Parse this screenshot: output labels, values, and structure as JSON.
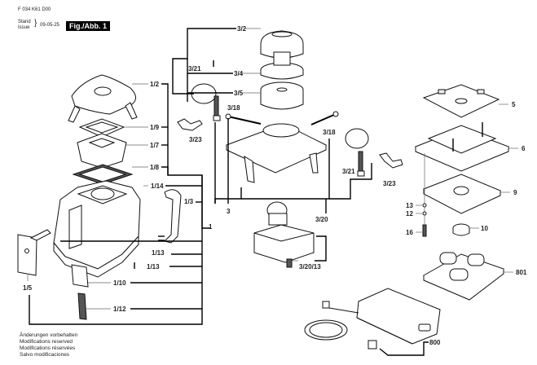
{
  "header": {
    "doc_number": "F 034 K61 D00",
    "stand_label": "Stand",
    "issue_label": "Issue",
    "date": "09-05-25",
    "figure_label": "Fig./Abb. 1"
  },
  "footer": {
    "lines": [
      "Änderungen vorbehalten",
      "Modifications reserved",
      "Modifications réservées",
      "Salvo modificaciones"
    ]
  },
  "parts": {
    "p1": "1",
    "p1_2": "1/2",
    "p1_9": "1/9",
    "p1_7": "1/7",
    "p1_8": "1/8",
    "p1_14": "1/14",
    "p1_3": "1/3",
    "p1_13a": "1/13",
    "p1_13b": "1/13",
    "p1_10": "1/10",
    "p1_12": "1/12",
    "p1_5": "1/5",
    "p3": "3",
    "p3_2": "3/2",
    "p3_4": "3/4",
    "p3_5": "3/5",
    "p3_21a": "3/21",
    "p3_21b": "3/21",
    "p3_18a": "3/18",
    "p3_18b": "3/18",
    "p3_23a": "3/23",
    "p3_23b": "3/23",
    "p3_20": "3/20",
    "p3_20_13": "3/20/13",
    "p5": "5",
    "p6": "6",
    "p9": "9",
    "p10": "10",
    "p12": "12",
    "p13": "13",
    "p16": "16",
    "p800": "800",
    "p801": "801"
  }
}
